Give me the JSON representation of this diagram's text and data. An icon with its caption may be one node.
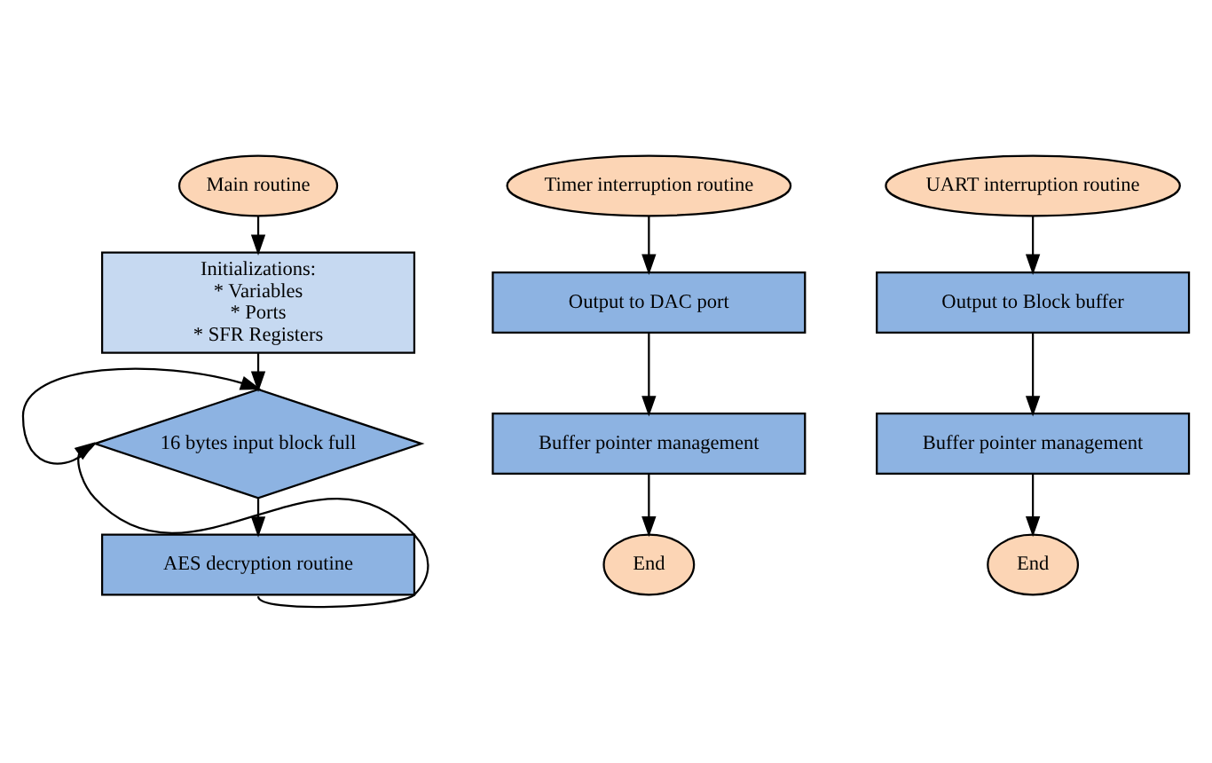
{
  "diagram": {
    "nodes": [
      {
        "text": [
          "Main routine"
        ]
      },
      {
        "text": [
          "Initializations:",
          "* Variables",
          "* Ports",
          "* SFR Registers"
        ]
      },
      {
        "text": [
          "16 bytes input block full"
        ]
      },
      {
        "text": [
          "AES decryption routine"
        ]
      },
      {
        "text": [
          "Timer interruption routine"
        ]
      },
      {
        "text": [
          "Output to DAC port"
        ]
      },
      {
        "text": [
          "Buffer pointer management"
        ]
      },
      {
        "text": [
          "End"
        ]
      },
      {
        "text": [
          "UART interruption routine"
        ]
      },
      {
        "text": [
          "Output to Block buffer"
        ]
      },
      {
        "text": [
          "Buffer pointer management"
        ]
      },
      {
        "text": [
          "End"
        ]
      }
    ],
    "edges": [
      {
        "from": 0,
        "to": 1,
        "arrow": "to"
      },
      {
        "from": 1,
        "to": 2,
        "arrow": "to"
      },
      {
        "from": 2,
        "to": 3,
        "arrow": "to"
      },
      {
        "from": 3,
        "to": 2,
        "arrow": "to"
      },
      {
        "from": 2,
        "to": 2,
        "arrow": "to"
      },
      {
        "from": 4,
        "to": 5,
        "arrow": "to"
      },
      {
        "from": 5,
        "to": 6,
        "arrow": "to"
      },
      {
        "from": 6,
        "to": 7,
        "arrow": "to"
      },
      {
        "from": 8,
        "to": 9,
        "arrow": "to"
      },
      {
        "from": 9,
        "to": 10,
        "arrow": "to"
      },
      {
        "from": 10,
        "to": 11,
        "arrow": "to"
      }
    ]
  }
}
